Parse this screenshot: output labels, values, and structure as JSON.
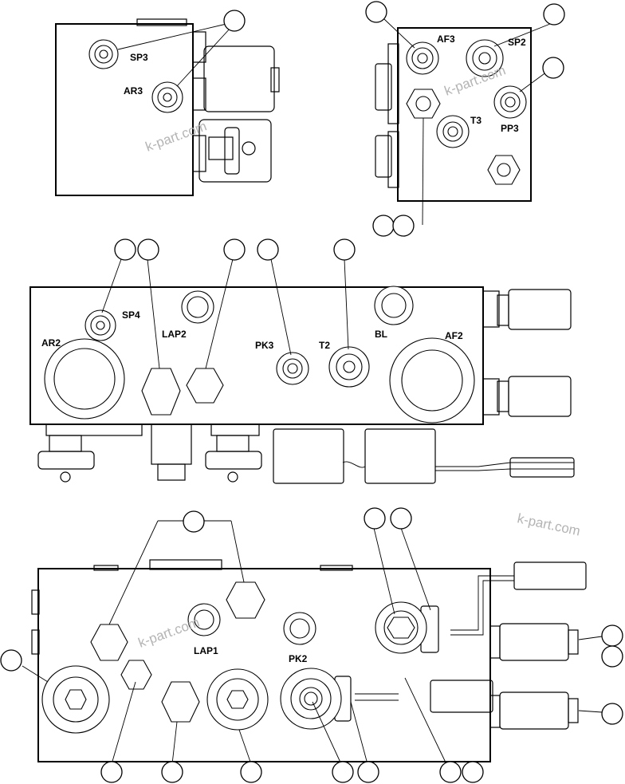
{
  "labels": {
    "sp3": "SP3",
    "ar3": "AR3",
    "af3": "AF3",
    "sp2": "SP2",
    "t3": "T3",
    "pp3": "PP3",
    "sp4": "SP4",
    "ar2": "AR2",
    "lap2": "LAP2",
    "pk3": "PK3",
    "t2": "T2",
    "bl": "BL",
    "af2": "AF2",
    "lap1": "LAP1",
    "pk2": "PK2"
  },
  "watermark": "k-part.com"
}
